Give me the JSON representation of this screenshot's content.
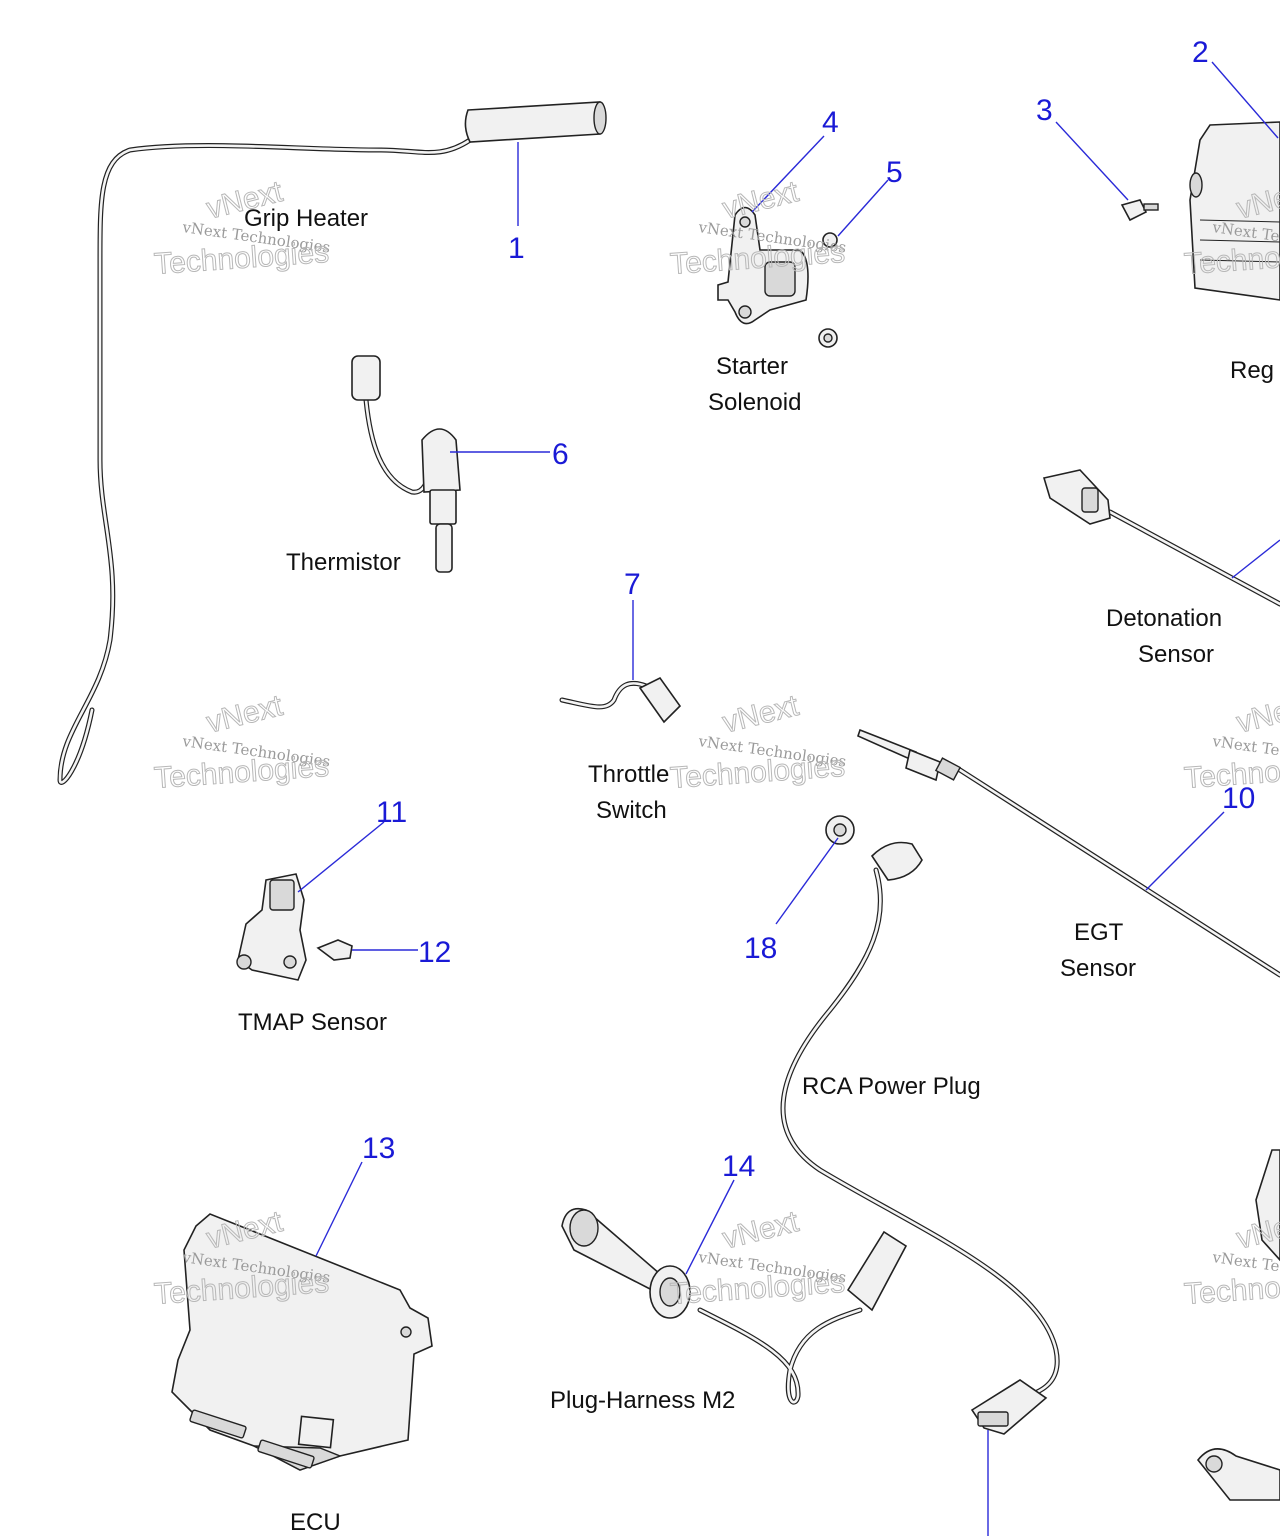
{
  "callouts": {
    "n1": "1",
    "n2": "2",
    "n3": "3",
    "n4": "4",
    "n5": "5",
    "n6": "6",
    "n7": "7",
    "n10": "10",
    "n11": "11",
    "n12": "12",
    "n13": "13",
    "n14": "14",
    "n18": "18"
  },
  "labels": {
    "grip_heater": "Grip Heater",
    "starter_1": "Starter",
    "starter_2": "Solenoid",
    "regulator_partial": "Reg",
    "thermistor": "Thermistor",
    "throttle_1": "Throttle",
    "throttle_2": "Switch",
    "detonation_1": "Detonation",
    "detonation_2": "Sensor",
    "tmap": "TMAP Sensor",
    "egt_1": "EGT",
    "egt_2": "Sensor",
    "rca": "RCA Power Plug",
    "plug_harness": "Plug-Harness M2",
    "ecu": "ECU"
  },
  "watermark": {
    "line1": "vNext Technologies",
    "line2": "vNext",
    "line3": "Technologies"
  },
  "colors": {
    "callout": "#1a1ad6",
    "label": "#111111",
    "watermark": "#9a9a9a"
  }
}
